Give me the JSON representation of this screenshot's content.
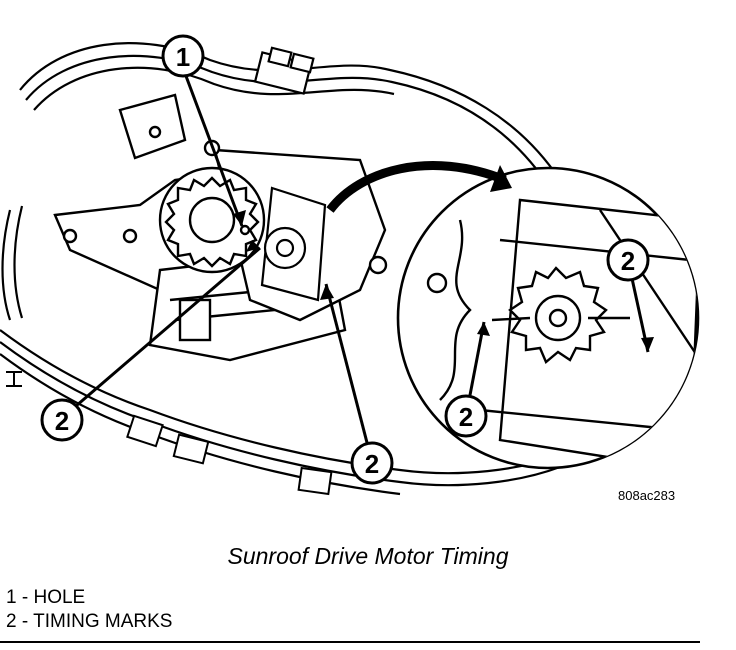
{
  "figure": {
    "id_label": "808ac283",
    "caption": "Sunroof Drive Motor Timing"
  },
  "callouts": [
    {
      "number": "1"
    },
    {
      "number": "2"
    },
    {
      "number": "2"
    },
    {
      "number": "2"
    },
    {
      "number": "2"
    }
  ],
  "legend": [
    {
      "number": "1",
      "separator": " - ",
      "label": "HOLE"
    },
    {
      "number": "2",
      "separator": " - ",
      "label": "TIMING MARKS"
    }
  ]
}
